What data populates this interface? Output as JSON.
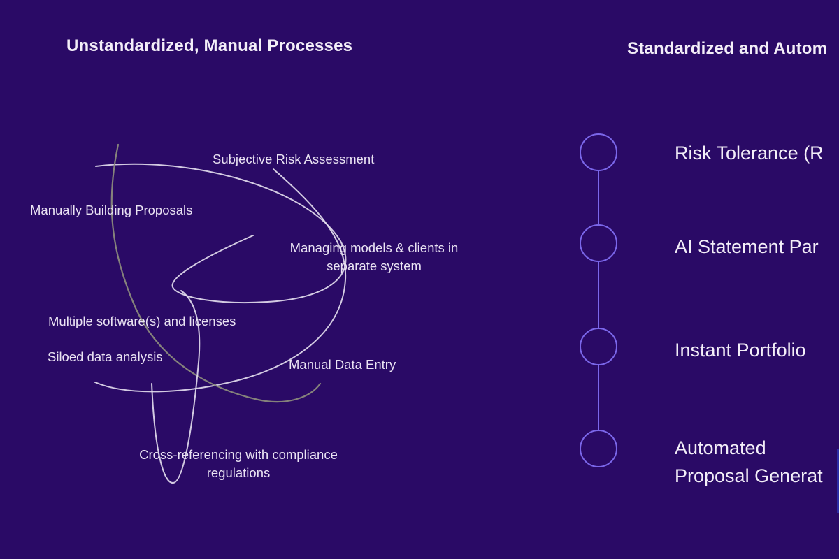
{
  "colors": {
    "background": "#2a0a66",
    "accent": "#7b67ea",
    "heading": "#f3eef8",
    "label": "#eae3f3",
    "scribble_white": "#e6e0ef",
    "scribble_gray": "#8a897c",
    "edge_sliver": "#2e4bd7"
  },
  "left": {
    "title": "Unstandardized, Manual Processes",
    "items": [
      {
        "label": "Subjective Risk Assessment"
      },
      {
        "label": "Manually Building Proposals"
      },
      {
        "label": "Managing models & clients in separate system"
      },
      {
        "label": "Multiple software(s) and licenses"
      },
      {
        "label": "Siloed data analysis"
      },
      {
        "label": "Manual Data Entry"
      },
      {
        "label": "Cross-referencing with compliance regulations"
      }
    ]
  },
  "right": {
    "title": "Standardized and Autom",
    "steps": [
      {
        "label": "Risk Tolerance (R"
      },
      {
        "label": "AI Statement Par"
      },
      {
        "label": "Instant Portfolio"
      },
      {
        "label": "Automated",
        "label2": "Proposal Generat"
      }
    ]
  }
}
